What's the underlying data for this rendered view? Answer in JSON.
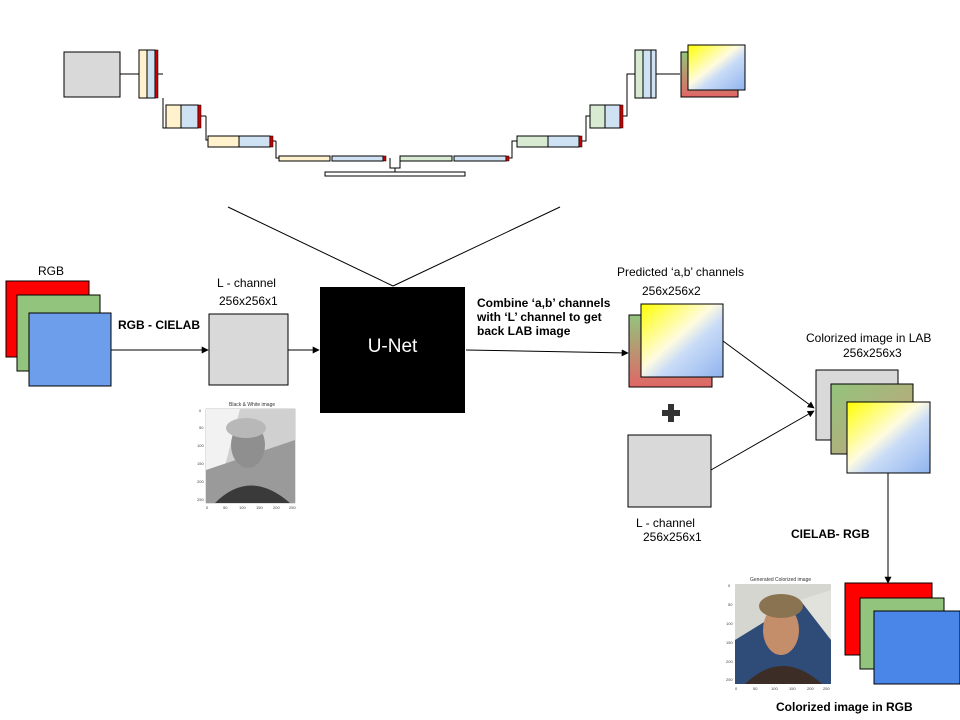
{
  "labels": {
    "rgb_input": "RGB",
    "rgb_to_lab": "RGB - CIELAB",
    "l_channel_title": "L - channel",
    "l_channel_dims": "256x256x1",
    "unet": "U-Net",
    "combine_line1": "Combine ‘a,b’ channels",
    "combine_line2": "with ‘L’ channel to get",
    "combine_line3": "back LAB image",
    "predicted_title": "Predicted ‘a,b’ channels",
    "predicted_dims": "256x256x2",
    "plus": "+",
    "l_channel2_title": "L - channel",
    "l_channel2_dims": "256x256x1",
    "colorized_lab_title": "Colorized image in LAB",
    "colorized_lab_dims": "256x256x3",
    "lab_to_rgb": "CIELAB- RGB",
    "colorized_rgb": "Colorized image in RGB"
  },
  "bw_plot": {
    "title": "Black & White image",
    "y_ticks": [
      "0",
      "50",
      "100",
      "150",
      "200",
      "250"
    ],
    "x_ticks": [
      "0",
      "50",
      "100",
      "150",
      "200",
      "250"
    ]
  },
  "color_plot": {
    "title": "Generated Colorized image",
    "y_ticks": [
      "0",
      "50",
      "100",
      "150",
      "200",
      "250"
    ],
    "x_ticks": [
      "0",
      "50",
      "100",
      "150",
      "200",
      "250"
    ]
  },
  "colors": {
    "red": "#ff0000",
    "green": "#93c47d",
    "blue": "#6d9eeb",
    "gray": "#d9d9d9",
    "unet_bg": "#000000",
    "enc_beige": "#fff2cc",
    "enc_blue": "#cfe2f3",
    "dec_green": "#d9ead3",
    "skip_red": "#cc0000"
  }
}
